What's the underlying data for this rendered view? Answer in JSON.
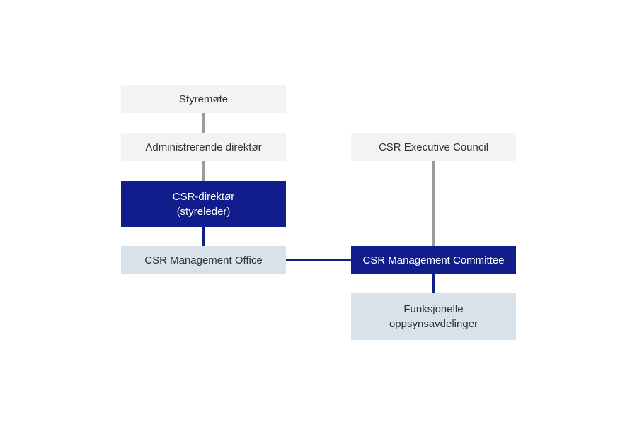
{
  "nodes": {
    "styremote": {
      "label": "Styremøte"
    },
    "admin_director": {
      "label": "Administrerende direktør"
    },
    "csr_director": {
      "line1": "CSR-direktør",
      "line2": "(styreleder)"
    },
    "management_office": {
      "label": "CSR Management Office"
    },
    "executive_council": {
      "label": "CSR Executive Council"
    },
    "management_committee": {
      "label": "CSR Management Committee"
    },
    "functional_departments": {
      "line1": "Funksjonelle",
      "line2": "oppsynsavdelinger"
    }
  },
  "colors": {
    "dark_box": "#101d8a",
    "light_box": "#f2f3f4",
    "pale_blue_box": "#d8e2ea",
    "gray_connector": "#9a9aa0",
    "navy_connector": "#101d8a"
  }
}
